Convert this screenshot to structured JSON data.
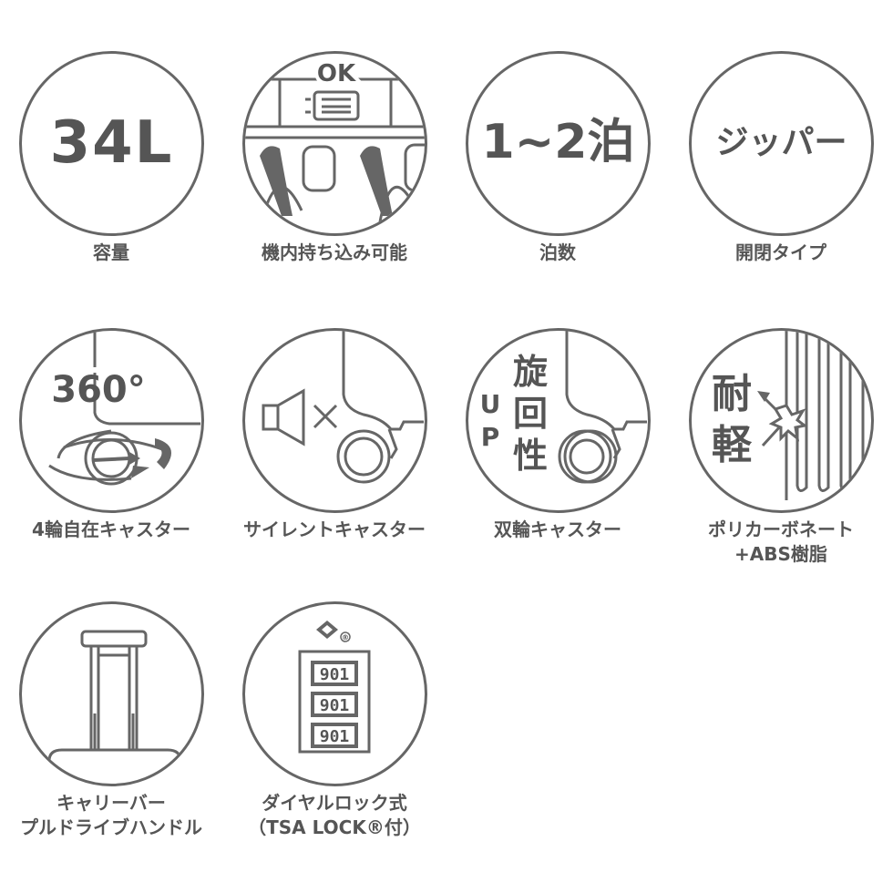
{
  "features": [
    {
      "caption": "容量",
      "icon_text": "34L",
      "icon": "capacity-icon"
    },
    {
      "caption": "機内持ち込み可能",
      "icon_text": "OK",
      "icon": "cabin-carry-on-icon"
    },
    {
      "caption": "泊数",
      "icon_text": "1~2泊",
      "icon": "nights-icon"
    },
    {
      "caption": "開閉タイプ",
      "icon_text": "ジッパー",
      "icon": "zipper-icon"
    },
    {
      "caption": "4輪自在キャスター",
      "icon_text": "360°",
      "icon": "spinner-wheel-icon"
    },
    {
      "caption": "サイレントキャスター",
      "icon_text": "",
      "icon": "silent-caster-icon"
    },
    {
      "caption": "双輪キャスター",
      "icon_text_vertical": "UP",
      "icon_text_kanji": [
        "旋",
        "回",
        "性"
      ],
      "icon": "double-wheel-icon"
    },
    {
      "caption_lines": [
        "ポリカーボネート",
        "+ABS樹脂"
      ],
      "icon_text_kanji": [
        "耐",
        "軽"
      ],
      "icon": "polycarbonate-shell-icon"
    },
    {
      "caption_lines": [
        "キャリーバー",
        "プルドライブハンドル"
      ],
      "icon": "carry-bar-handle-icon"
    },
    {
      "caption_lines": [
        "ダイヤルロック式",
        "（TSA LOCK®付）"
      ],
      "lock_rows": [
        "901",
        "901",
        "901"
      ],
      "lock_mark": "®",
      "icon": "tsa-dial-lock-icon"
    }
  ],
  "colors": {
    "stroke": "#666666",
    "text": "#555555",
    "fill_dark": "#666666",
    "background": "#ffffff"
  }
}
